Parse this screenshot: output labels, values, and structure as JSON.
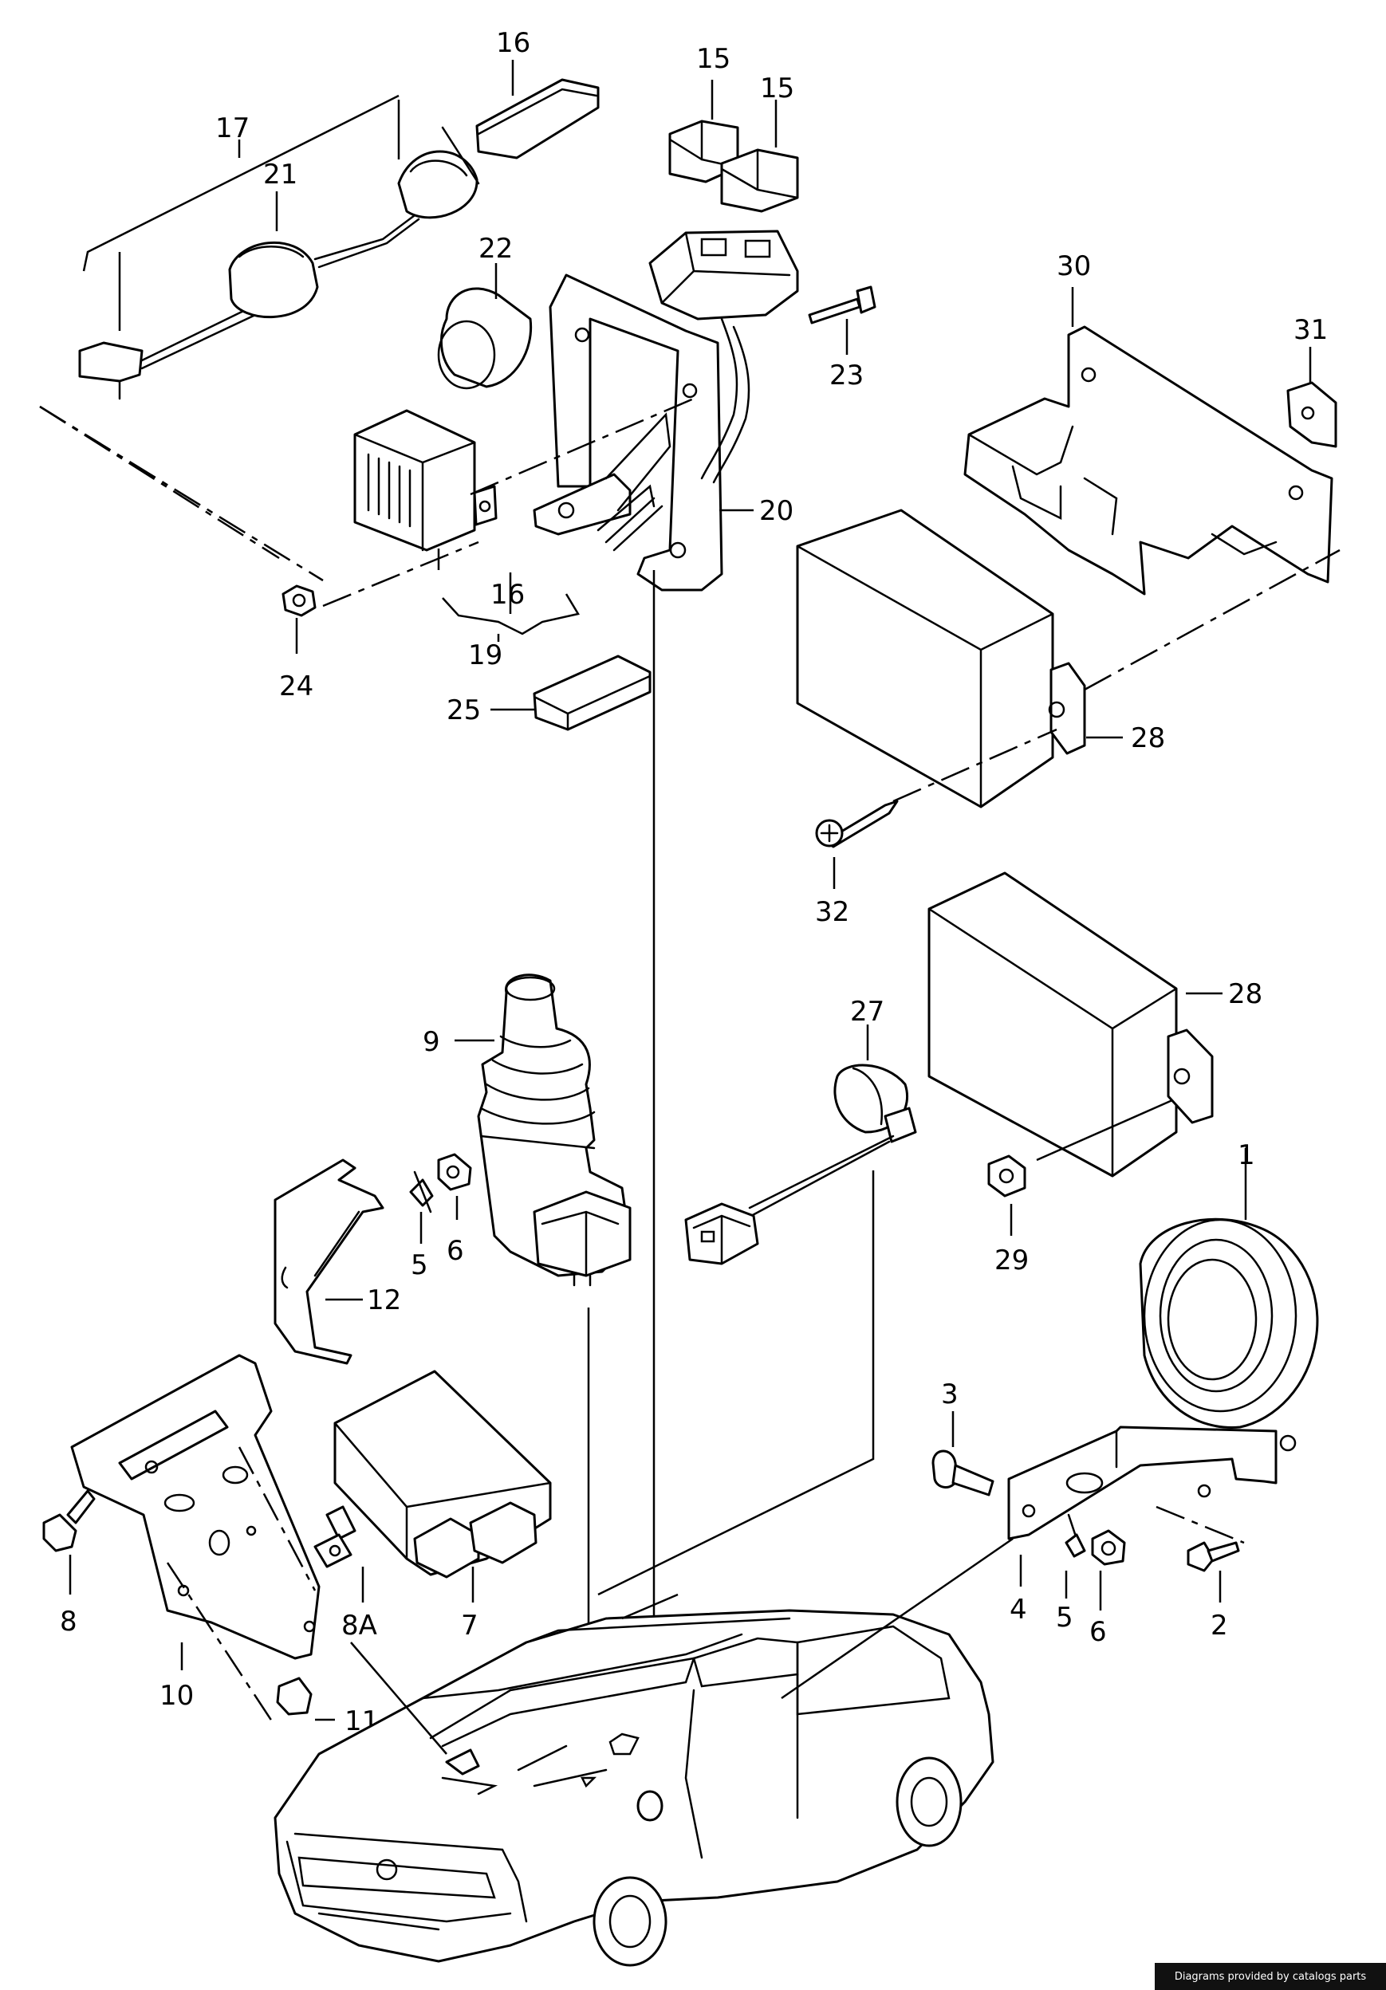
{
  "callouts": {
    "c1": "1",
    "c2": "2",
    "c3": "3",
    "c4": "4",
    "c5a": "5",
    "c5b": "5",
    "c6a": "6",
    "c6b": "6",
    "c7": "7",
    "c8": "8",
    "c8a": "8A",
    "c9": "9",
    "c10": "10",
    "c11": "11",
    "c12": "12",
    "c15a": "15",
    "c15b": "15",
    "c16a": "16",
    "c16b": "16",
    "c17": "17",
    "c19": "19",
    "c20": "20",
    "c21": "21",
    "c22": "22",
    "c23": "23",
    "c24": "24",
    "c25": "25",
    "c27": "27",
    "c28a": "28",
    "c28b": "28",
    "c29": "29",
    "c30": "30",
    "c31": "31",
    "c32": "32"
  },
  "footer": {
    "credit": "Diagrams provided by catalogs parts"
  },
  "colors": {
    "ink": "#000000",
    "paper": "#ffffff",
    "credit_bg": "#111111"
  }
}
